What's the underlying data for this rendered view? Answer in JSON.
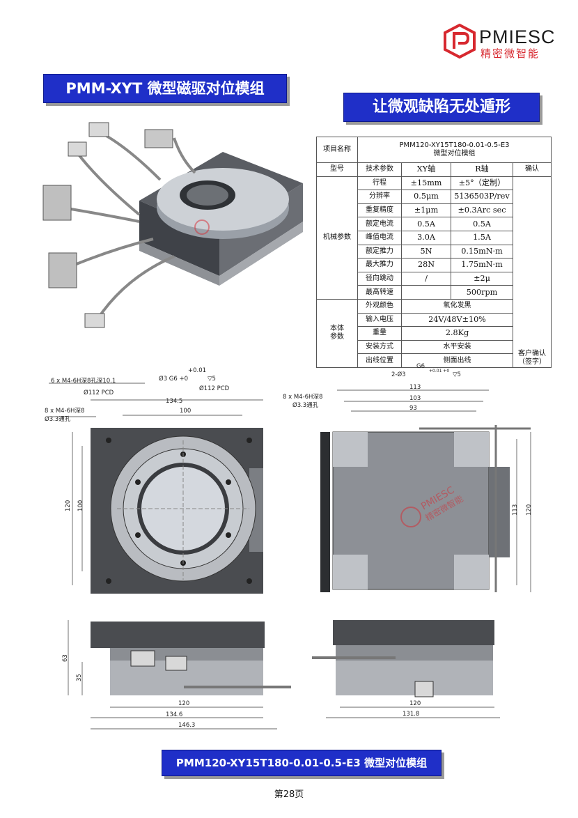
{
  "logo": {
    "brand_en": "PMIESC",
    "brand_cn": "精密微智能"
  },
  "headings": {
    "main_title": "PMM-XYT 微型磁驱对位模组",
    "slogan": "让微观缺陷无处遁形",
    "bottom_title": "PMM120-XY15T180-0.01-0.5-E3 微型对位模组"
  },
  "spec_table": {
    "item_name_label": "项目名称",
    "item_name_value_line1": "PMM120-XY15T180-0.01-0.5-E3",
    "item_name_value_line2": "微型对位模组",
    "header": {
      "model": "型号",
      "param": "技术参数",
      "xy": "XY轴",
      "r": "R轴",
      "confirm": "确认"
    },
    "mech_group": "机械参数",
    "mech_rows": [
      {
        "param": "行程",
        "xy": "±15mm",
        "r": "±5°（定制）"
      },
      {
        "param": "分辨率",
        "xy": "0.5μm",
        "r": "5136503P/rev"
      },
      {
        "param": "重复精度",
        "xy": "±1μm",
        "r": "±0.3Arc sec"
      },
      {
        "param": "额定电流",
        "xy": "0.5A",
        "r": "0.5A"
      },
      {
        "param": "峰值电流",
        "xy": "3.0A",
        "r": "1.5A"
      },
      {
        "param": "额定推力",
        "xy": "5N",
        "r": "0.15mN·m"
      },
      {
        "param": "最大推力",
        "xy": "28N",
        "r": "1.75mN·m"
      },
      {
        "param": "径向跳动",
        "xy": "/",
        "r": "±2μ"
      },
      {
        "param": "最高转速",
        "xy": "",
        "r": "500rpm"
      }
    ],
    "body_group": "本体\n参数",
    "body_rows": [
      {
        "param": "外观颜色",
        "value": "氧化发黑"
      },
      {
        "param": "输入电压",
        "value": "24V/48V±10%"
      },
      {
        "param": "重量",
        "value": "2.8Kg"
      },
      {
        "param": "安装方式",
        "value": "水平安装"
      },
      {
        "param": "出线位置",
        "value": "侧面出线"
      }
    ],
    "customer_confirm": "客户确认\n（签字）"
  },
  "drawing_labels": {
    "top_hole1": "6 x M4-6H深8孔深10.1",
    "top_pcd1": "Ø112 PCD",
    "top_g6": "Ø3 G6 +0",
    "top_tol": "+0.01",
    "top_depth": "▽5",
    "top_pcd2": "Ø112 PCD",
    "top_side_hole": "8 x M4-6H深8",
    "top_side_thru": "Ø3.3通孔",
    "dim_1345": "134.5",
    "dim_100": "100",
    "dim_120v": "120",
    "dim_100v": "100",
    "right_g6": "G6",
    "right_pins": "2-Ø3",
    "right_tol": "+0.01 +0",
    "right_depth": "▽5",
    "right_hole": "8 x M4-6H深8",
    "right_thru": "Ø3.3通孔",
    "dim_113": "113",
    "dim_103": "103",
    "dim_93": "93",
    "dim_113v": "113",
    "dim_120rv": "120",
    "side_63": "63",
    "side_35": "35",
    "side_120": "120",
    "side_1346": "134.6",
    "side_1463": "146.3",
    "side2_120": "120",
    "side2_1318": "131.8"
  },
  "watermark": {
    "en": "PMIESC",
    "cn": "精密微智能"
  },
  "page_number": "第28页",
  "colors": {
    "title_blue": "#1f2fc8",
    "brand_red": "#d7282f"
  }
}
